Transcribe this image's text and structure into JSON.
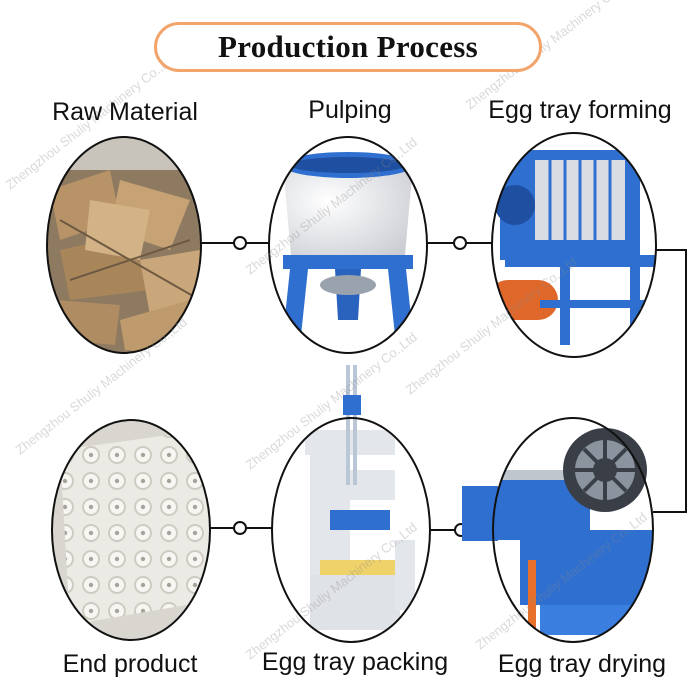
{
  "title": "Production Process",
  "steps": [
    {
      "label": "Raw Material"
    },
    {
      "label": "Pulping"
    },
    {
      "label": "Egg tray forming"
    },
    {
      "label": "End product"
    },
    {
      "label": "Egg tray packing"
    },
    {
      "label": "Egg tray drying"
    }
  ],
  "watermark": "Zhengzhou Shuliy Machinery Co.,Ltd",
  "colors": {
    "accent": "#f2a46a",
    "machine_blue": "#2f6fd0",
    "line": "#111111",
    "cardboard": "#b89367"
  }
}
